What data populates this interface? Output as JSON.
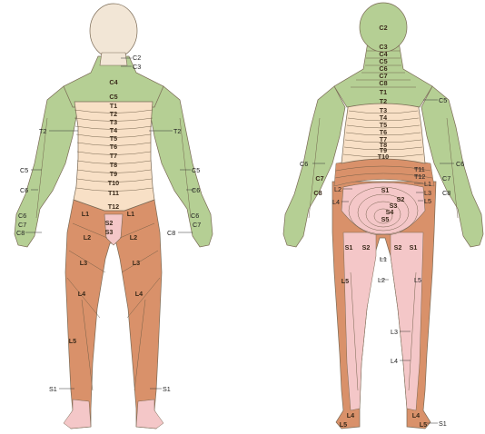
{
  "colors": {
    "cervical": "#b5cf94",
    "thoracic": "#f8e0c6",
    "lumbar": "#d9916a",
    "sacral": "#f4c7c8",
    "head": "#f2e6d6",
    "outline": "#7a6a55"
  },
  "anterior": {
    "internal_labels": {
      "c4": "C4",
      "c5": "C5",
      "t1": "T1",
      "t2": "T2",
      "t3": "T3",
      "t4": "T4",
      "t5": "T5",
      "t6": "T6",
      "t7": "T7",
      "t8": "T8",
      "t9": "T9",
      "t10": "T10",
      "t11": "T11",
      "t12": "T12",
      "l1_left": "L1",
      "l1_right": "L1",
      "l2_left": "L2",
      "l2_right": "L2",
      "l3_left": "L3",
      "l3_right": "L3",
      "l4_left": "L4",
      "l4_right": "L4",
      "l5_left": "L5",
      "s2": "S2",
      "s3": "S3"
    },
    "external_labels": {
      "c2": "C2",
      "c3": "C3",
      "t2_left": "T2",
      "t2_right": "T2",
      "c5_left": "C5",
      "c5_right": "C5",
      "c6_left": "C6",
      "c6_right": "C6",
      "c6_hand_left": "C6",
      "c6_hand_right": "C6",
      "c7_left": "C7",
      "c7_right": "C7",
      "c8_left": "C8",
      "c8_right": "C8",
      "s1_left": "S1",
      "s1_right": "S1"
    }
  },
  "posterior": {
    "internal_labels": {
      "c2": "C2",
      "c3": "C3",
      "c4": "C4",
      "c5": "C5",
      "c6": "C6",
      "c7": "C7",
      "c8": "C8",
      "t1": "T1",
      "t2": "T2",
      "t3": "T3",
      "t4": "T4",
      "t5": "T5",
      "t6": "T6",
      "t7": "T7",
      "t8": "T8",
      "t9": "T9",
      "t10": "T10",
      "s1_top": "S1",
      "s2_top": "S2",
      "s3": "S3",
      "s4": "S4",
      "s5": "S5",
      "s1_left": "S1",
      "s2_left": "S2",
      "s2_right": "S2",
      "s1_right": "S1",
      "l5_left": "L5",
      "l4_foot_left": "L4",
      "l5_foot_left": "L5",
      "l4_foot_right": "L4",
      "l5_foot_right": "L5",
      "c7_left": "C7",
      "c8_left": "C8"
    },
    "external_labels": {
      "c5_right": "C5",
      "c6_left": "C6",
      "c6_right": "C6",
      "c7_right": "C7",
      "c8_right": "C8",
      "t11": "T11",
      "t12": "T12",
      "l1": "L1",
      "l3": "L3",
      "l5": "L5",
      "l2_left": "L2",
      "l4_left": "L4",
      "l1_leg": "L1",
      "l2_leg": "L2",
      "l5_leg": "L5",
      "l3_leg": "L3",
      "l4_leg": "L4",
      "s1_foot": "S1"
    }
  }
}
